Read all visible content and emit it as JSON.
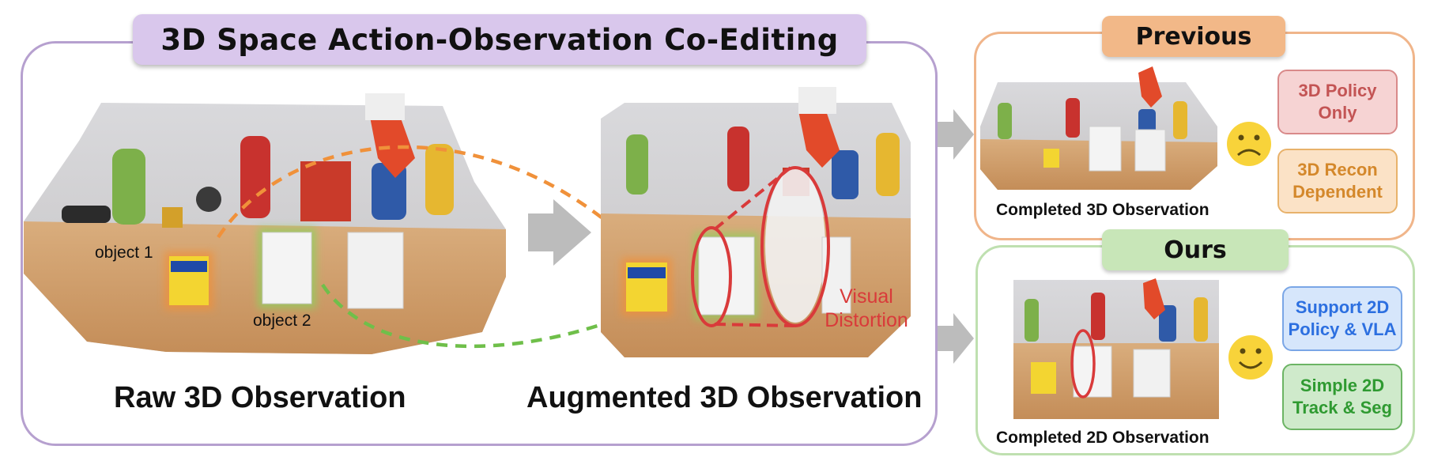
{
  "main": {
    "title": "3D Space Action-Observation Co-Editing",
    "raw_label": "Raw 3D Observation",
    "augmented_label": "Augmented 3D Observation",
    "object1_label": "object 1",
    "object2_label": "object 2",
    "distortion_line1": "Visual",
    "distortion_line2": "Distortion"
  },
  "previous": {
    "title": "Previous",
    "caption": "Completed 3D Observation",
    "pill1_line1": "3D Policy",
    "pill1_line2": "Only",
    "pill2_line1": "3D Recon",
    "pill2_line2": "Dependent",
    "face": "sad-face-icon"
  },
  "ours": {
    "title": "Ours",
    "caption": "Completed 2D Observation",
    "pill1_line1": "Support 2D",
    "pill1_line2": "Policy & VLA",
    "pill2_line1": "Simple 2D",
    "pill2_line2": "Track & Seg",
    "face": "smile-face-icon"
  },
  "colors": {
    "orange_arrow": "#f0913a",
    "green_arrow": "#6fbf4a",
    "distortion_red": "#d93a3a",
    "arrow_gray": "#bcbcbc",
    "face_yellow": "#f8d33a"
  }
}
